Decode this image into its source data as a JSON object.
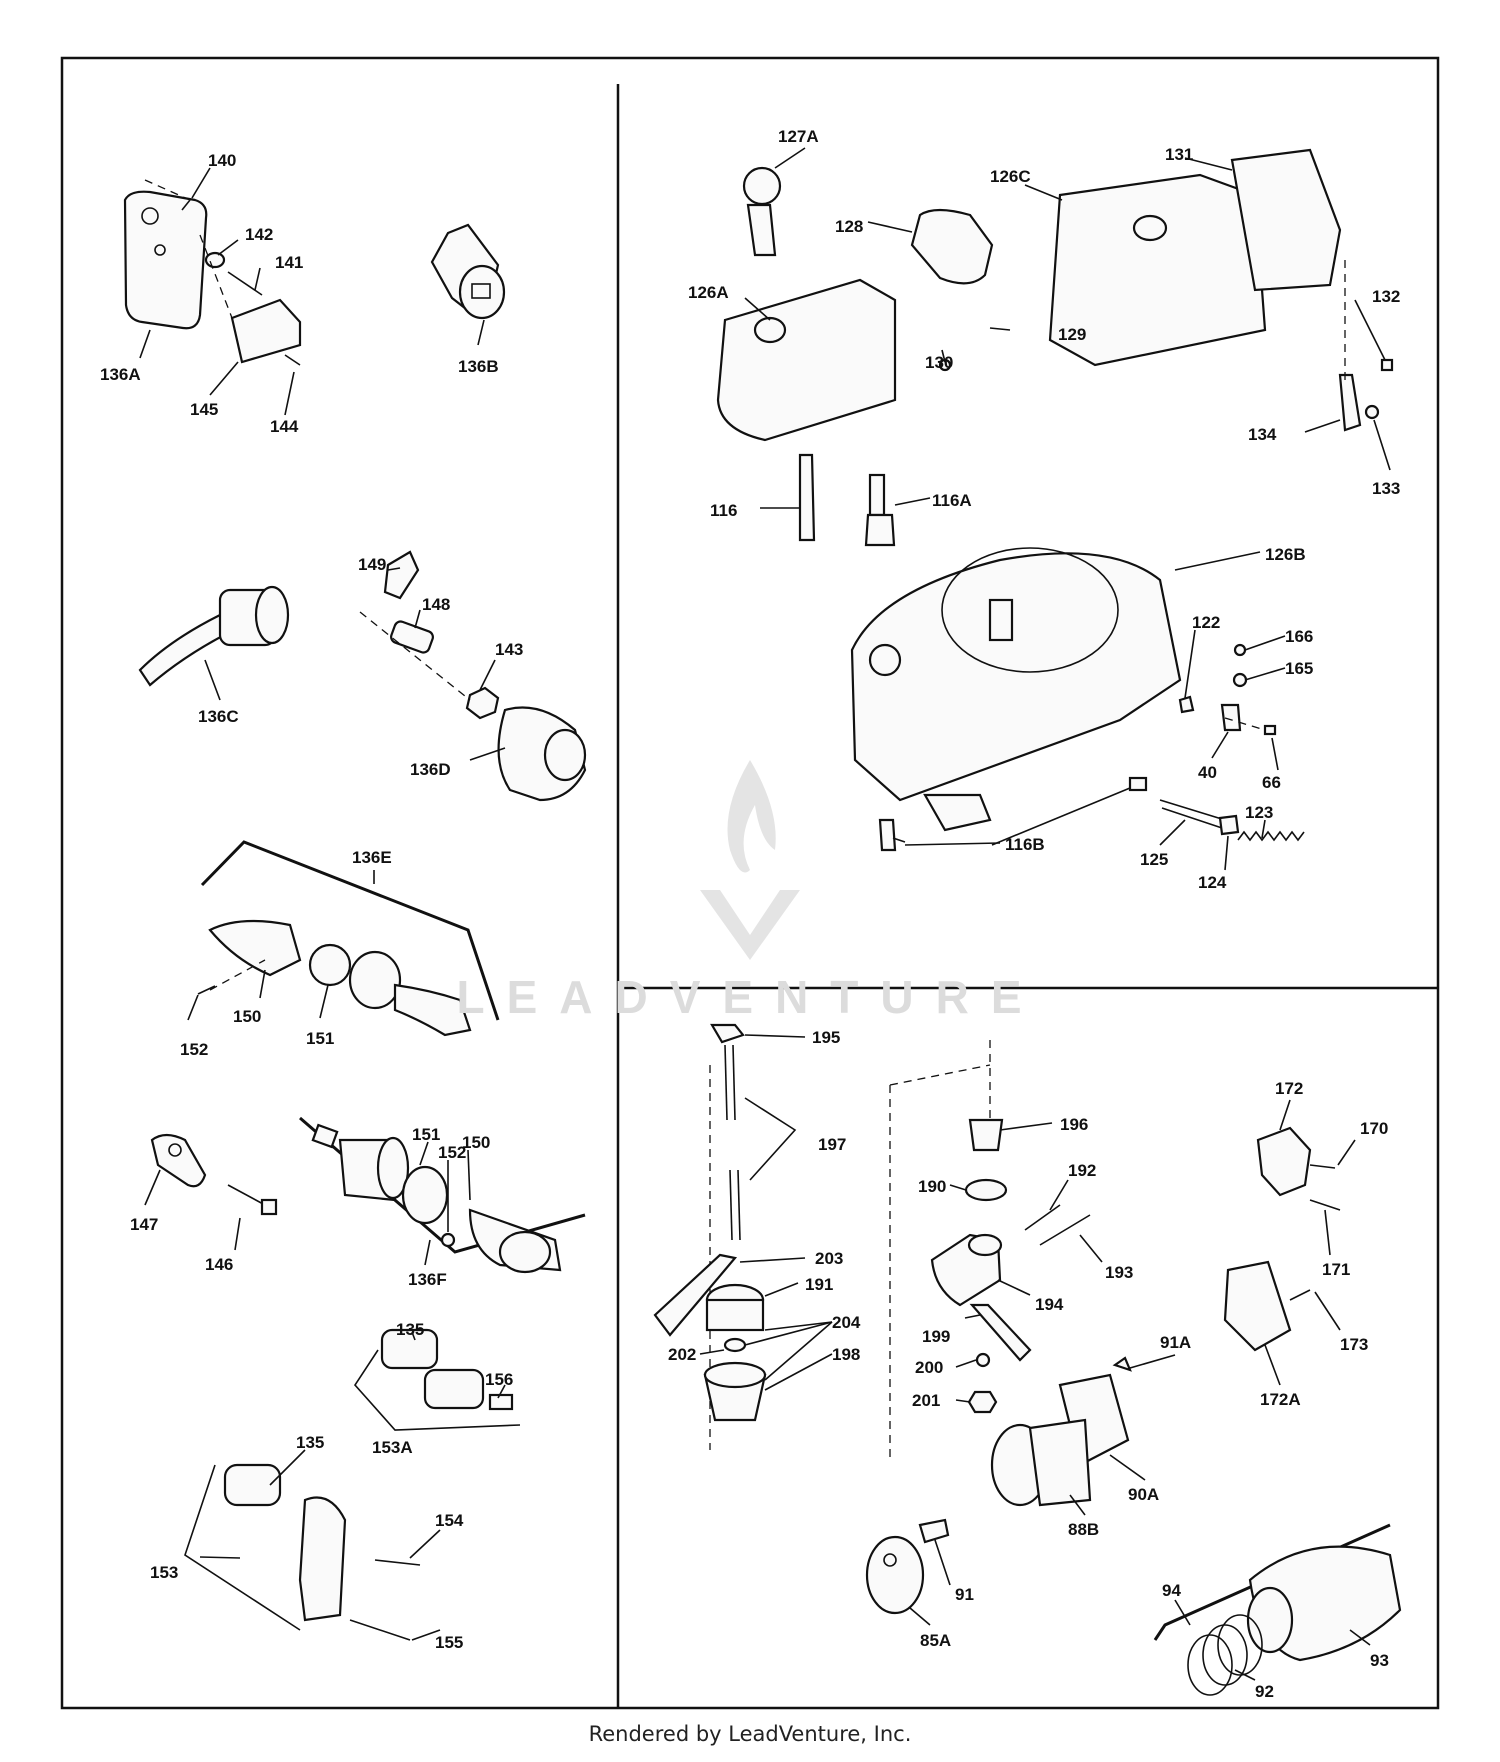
{
  "footer": {
    "text": "Rendered by LeadVenture, Inc."
  },
  "watermark": {
    "text": "LEADVENTURE"
  },
  "colors": {
    "line": "#111111",
    "background": "#ffffff",
    "watermark": "#dcdcdc"
  },
  "labels": {
    "p140": "140",
    "p142": "142",
    "p141": "141",
    "p136A": "136A",
    "p145": "145",
    "p144": "144",
    "p136B": "136B",
    "p149": "149",
    "p148": "148",
    "p143": "143",
    "p136C": "136C",
    "p136D": "136D",
    "p136E": "136E",
    "p150a": "150",
    "p151a": "151",
    "p152a": "152",
    "p147": "147",
    "p146": "146",
    "p151b": "151",
    "p152b": "152",
    "p150b": "150",
    "p136F": "136F",
    "p135a": "135",
    "p156": "156",
    "p153A": "153A",
    "p135b": "135",
    "p154": "154",
    "p153": "153",
    "p155": "155",
    "p127A": "127A",
    "p128": "128",
    "p126C": "126C",
    "p131": "131",
    "p126A": "126A",
    "p130": "130",
    "p129": "129",
    "p132": "132",
    "p134": "134",
    "p133": "133",
    "p116": "116",
    "p116A": "116A",
    "p126B": "126B",
    "p122": "122",
    "p166": "166",
    "p165": "165",
    "p40": "40",
    "p66": "66",
    "p123": "123",
    "p125": "125",
    "p124": "124",
    "p116B": "116B",
    "p195": "195",
    "p197": "197",
    "p196": "196",
    "p192": "192",
    "p190": "190",
    "p193": "193",
    "p194": "194",
    "p203": "203",
    "p191": "191",
    "p204": "204",
    "p202": "202",
    "p198": "198",
    "p199": "199",
    "p200": "200",
    "p201": "201",
    "p172": "172",
    "p170": "170",
    "p171": "171",
    "p173": "173",
    "p172A": "172A",
    "p91A": "91A",
    "p90A": "90A",
    "p88B": "88B",
    "p91": "91",
    "p85A": "85A",
    "p94": "94",
    "p93": "93",
    "p92": "92"
  }
}
